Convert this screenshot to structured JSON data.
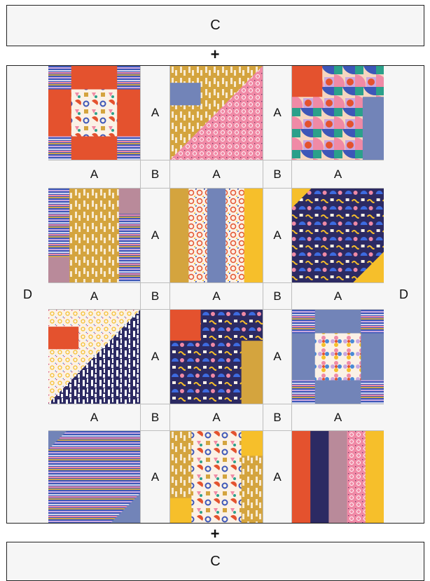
{
  "labels": {
    "top_border": "C",
    "bottom_border": "C",
    "top_join": "+",
    "bottom_join": "+",
    "left_side": "D",
    "right_side": "D",
    "vertical_sashing": "A",
    "horizontal_sashing": "A",
    "cornerstone": "B"
  },
  "fabric_colors": {
    "orange": "#e4522e",
    "periwinkle": "#7284b8",
    "mustard": "#d4a43e",
    "navy": "#2c2a63",
    "pink": "#f08aa6",
    "mauve": "#b98a9a",
    "yellow": "#f6bf2b",
    "cream": "#fbf1e6",
    "lilac": "#c9a8e0"
  },
  "blocks": [
    {
      "design": "square-in-square",
      "center": "confetti-shapes",
      "corners": "rainbow-stripes",
      "frame": "orange"
    },
    {
      "design": "half-square-triangle",
      "a": "mustard-tiles",
      "b": "pink-geo",
      "accent": "periwinkle"
    },
    {
      "design": "patchwork",
      "main": "abstract-shapes",
      "accents": [
        "orange",
        "periwinkle"
      ]
    },
    {
      "design": "center-strip",
      "center": "mustard-tiles",
      "sides": "rainbow-stripes",
      "accents": [
        "mauve",
        "mauve"
      ]
    },
    {
      "design": "vertical-strips",
      "strips": [
        "mustard",
        "dots",
        "periwinkle",
        "dots",
        "yellow"
      ]
    },
    {
      "design": "diagonal-steps",
      "bg": "yellow",
      "steps": "navy-shapes"
    },
    {
      "design": "half-square-triangle",
      "a": "cream-dots",
      "b": "navy-tiles",
      "accent": "orange"
    },
    {
      "design": "patchwork",
      "main": "navy-shapes",
      "accents": [
        "orange",
        "mustard"
      ]
    },
    {
      "design": "square-in-square",
      "center": "flowers",
      "corners": "rainbow-stripes",
      "frame": "periwinkle"
    },
    {
      "design": "diagonal-steps",
      "bg": "periwinkle",
      "steps": "rainbow-stripes"
    },
    {
      "design": "center-strip",
      "center": "confetti-shapes",
      "sides": "mustard-tiles",
      "accents": [
        "yellow",
        "yellow"
      ]
    },
    {
      "design": "vertical-strips",
      "strips": [
        "orange",
        "navy",
        "mauve",
        "pink-geo",
        "yellow"
      ]
    }
  ]
}
